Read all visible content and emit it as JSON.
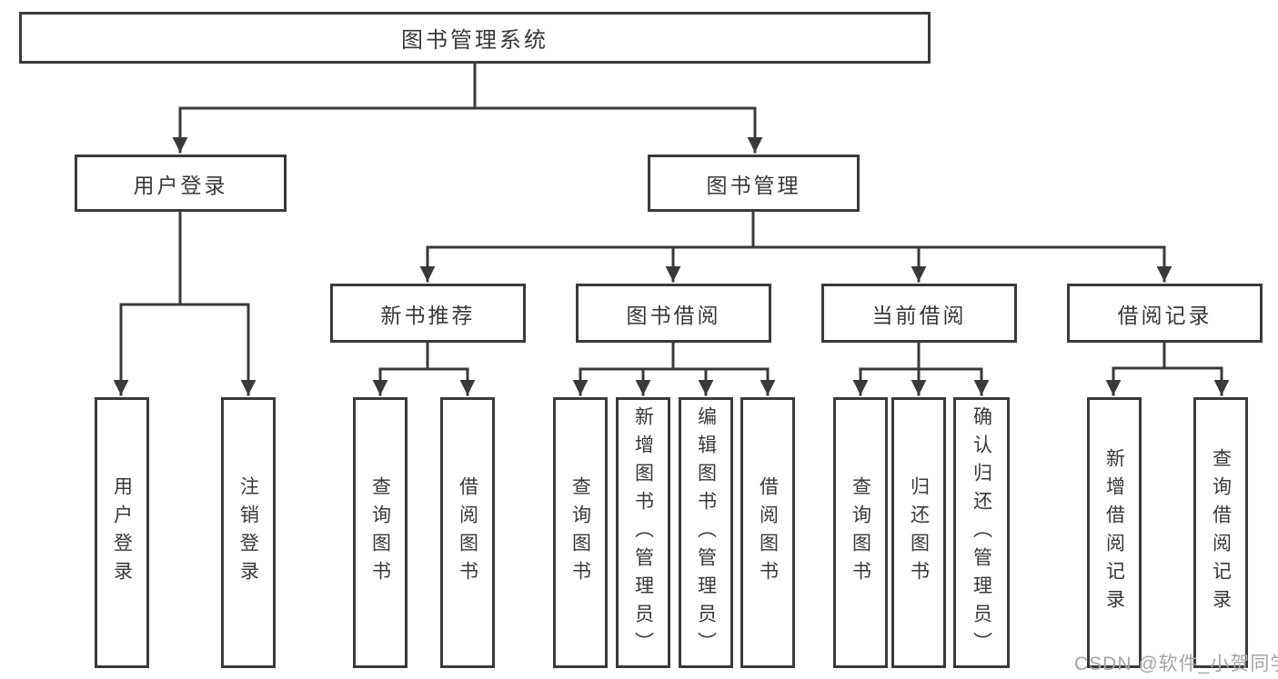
{
  "tree": {
    "root": {
      "label": "图书管理系统"
    },
    "branches": [
      {
        "label": "用户登录",
        "children": [
          {
            "label": "用户登录"
          },
          {
            "label": "注销登录"
          }
        ]
      },
      {
        "label": "图书管理",
        "children": [
          {
            "label": "新书推荐",
            "children": [
              {
                "label": "查询图书"
              },
              {
                "label": "借阅图书"
              }
            ]
          },
          {
            "label": "图书借阅",
            "children": [
              {
                "label": "查询图书"
              },
              {
                "label": "新增图书（管理员）"
              },
              {
                "label": "编辑图书（管理员）"
              },
              {
                "label": "借阅图书"
              }
            ]
          },
          {
            "label": "当前借阅",
            "children": [
              {
                "label": "查询图书"
              },
              {
                "label": "归还图书"
              },
              {
                "label": "确认归还（管理员）"
              }
            ]
          },
          {
            "label": "借阅记录",
            "children": [
              {
                "label": "新增借阅记录"
              },
              {
                "label": "查询借阅记录"
              }
            ]
          }
        ]
      }
    ]
  },
  "watermark": {
    "text": "CSDN @软件_小贺同学"
  },
  "colors": {
    "line": "#3a3a3a",
    "text": "#383838",
    "watermark": "#a6a6a6",
    "background": "#ffffff"
  }
}
